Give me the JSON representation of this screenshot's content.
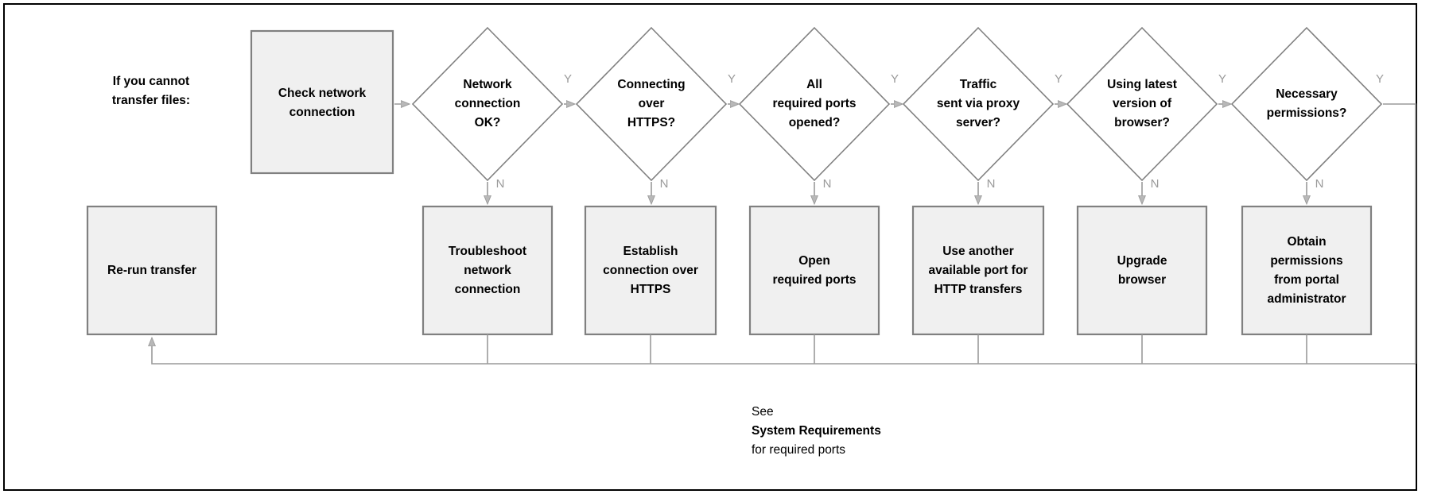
{
  "diagram": {
    "title_note": "If you cannot transfer files:",
    "intro": {
      "line1": "If you cannot",
      "line2": "transfer files:"
    },
    "start_box": {
      "label": "Check network connection",
      "line1": "Check network",
      "line2": "connection"
    },
    "decisions": [
      {
        "id": "network-connection-ok",
        "label": "Network connection OK?",
        "lines": [
          "Network",
          "connection",
          "OK?"
        ],
        "yes_label": "Y",
        "no_label": "N"
      },
      {
        "id": "connecting-over-https",
        "label": "Connecting over HTTPS?",
        "lines": [
          "Connecting",
          "over",
          "HTTPS?"
        ],
        "yes_label": "Y",
        "no_label": "N"
      },
      {
        "id": "all-required-ports-opened",
        "label": "All required ports opened?",
        "lines": [
          "All",
          "required ports",
          "opened?"
        ],
        "yes_label": "Y",
        "no_label": "N"
      },
      {
        "id": "traffic-sent-via-proxy-server",
        "label": "Traffic sent via proxy server?",
        "lines": [
          "Traffic",
          "sent via proxy",
          "server?"
        ],
        "yes_label": "Y",
        "no_label": "N"
      },
      {
        "id": "using-latest-version-of-browser",
        "label": "Using latest version of browser?",
        "lines": [
          "Using latest",
          "version of",
          "browser?"
        ],
        "yes_label": "Y",
        "no_label": "N"
      },
      {
        "id": "necessary-permissions",
        "label": "Necessary permissions?",
        "lines": [
          "Necessary",
          "permissions?"
        ],
        "yes_label": "Y",
        "no_label": "N"
      }
    ],
    "actions": [
      {
        "id": "troubleshoot-network-connection",
        "label": "Troubleshoot network connection",
        "lines": [
          "Troubleshoot",
          "network",
          "connection"
        ]
      },
      {
        "id": "establish-connection-over-https",
        "label": "Establish connection over HTTPS",
        "lines": [
          "Establish",
          "connection over",
          "HTTPS"
        ]
      },
      {
        "id": "open-required-ports",
        "label": "Open required ports",
        "lines": [
          "Open",
          "required ports"
        ]
      },
      {
        "id": "use-another-available-port",
        "label": "Use another available port for HTTP transfers",
        "lines": [
          "Use another",
          "available port for",
          "HTTP transfers"
        ]
      },
      {
        "id": "upgrade-browser",
        "label": "Upgrade browser",
        "lines": [
          "Upgrade",
          "browser"
        ]
      },
      {
        "id": "obtain-permissions-from-portal-administrator",
        "label": "Obtain permissions from portal administrator",
        "lines": [
          "Obtain",
          "permissions",
          "from portal",
          "administrator"
        ]
      }
    ],
    "end_box": {
      "label": "Re-run transfer",
      "line1": "Re-run transfer"
    },
    "footnote": {
      "line1": "See",
      "line2": "System Requirements",
      "line3": "for required ports"
    },
    "colors": {
      "box_fill": "#f0f0f0",
      "box_stroke": "#808080",
      "diamond_fill": "#ffffff",
      "diamond_stroke": "#808080",
      "line": "#9a9a9a",
      "text": "#000000",
      "label_text": "#9a9a9a",
      "frame": "#000000",
      "background": "#ffffff"
    }
  }
}
